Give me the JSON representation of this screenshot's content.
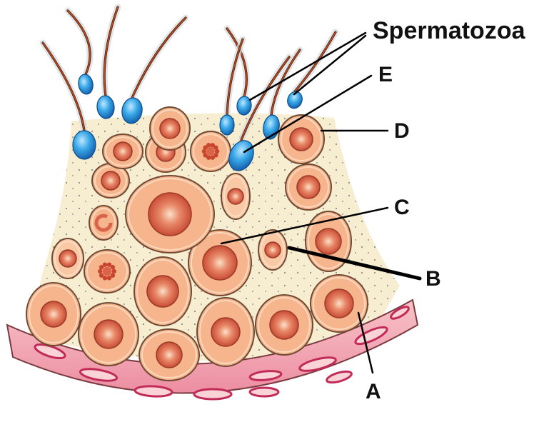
{
  "labels": {
    "spermatozoa": "Spermatozoa",
    "e": "E",
    "d": "D",
    "c": "C",
    "b": "B",
    "a": "A"
  },
  "colors": {
    "background_matrix": "#f7eed2",
    "cell_cytoplasm": "#f6b58c",
    "cell_outline": "#8a5a3c",
    "nucleus": "#d9644a",
    "nucleus_core": "#f7c9a6",
    "sperm_head": "#2a9fe0",
    "sperm_tail": "#c44a1e",
    "basement_layer": "#f4a9b4",
    "basement_cells": "#c22a58"
  }
}
